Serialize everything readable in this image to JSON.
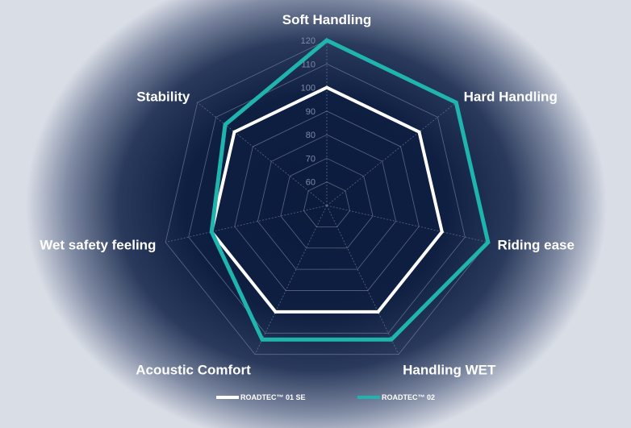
{
  "chart_data": {
    "type": "radar",
    "title": "",
    "axes": [
      "Soft Handling",
      "Hard Handling",
      "Riding ease",
      "Handling WET",
      "Acoustic Comfort",
      "Wet safety feeling",
      "Stability"
    ],
    "rlim": [
      50,
      120
    ],
    "ticks": [
      60,
      70,
      80,
      90,
      100,
      110,
      120
    ],
    "grid": true,
    "legend_position": "bottom",
    "series": [
      {
        "name": "ROADTEC™ 01 SE",
        "values": [
          100,
          100,
          100,
          100,
          100,
          100,
          100
        ],
        "color": "#ffffff"
      },
      {
        "name": "ROADTEC™ 02",
        "values": [
          120,
          120,
          120,
          113,
          113,
          100,
          105
        ],
        "color": "#1fb5ae"
      }
    ]
  }
}
